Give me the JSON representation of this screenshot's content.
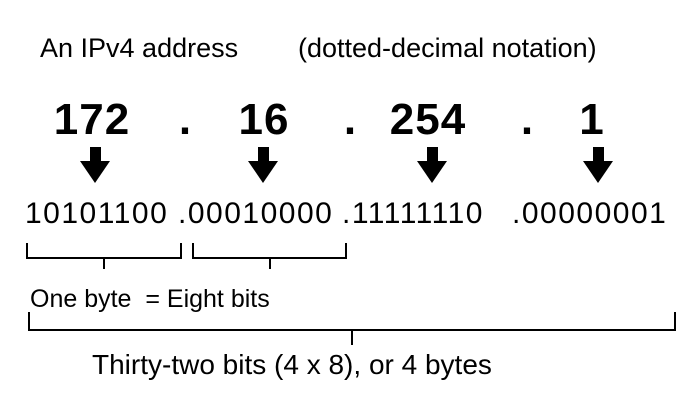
{
  "diagram": {
    "title": "An IPv4 address",
    "subtitle": "(dotted-decimal notation)",
    "separator": ".",
    "octets": [
      {
        "decimal": "172",
        "binary_display": "10101100"
      },
      {
        "decimal": "16",
        "binary_display": ".00010000"
      },
      {
        "decimal": "254",
        "binary_display": ".11111110"
      },
      {
        "decimal": "1",
        "binary_display": ".00000001"
      }
    ],
    "byte_label": "One byte  = Eight bits",
    "total_label": "Thirty-two bits (4 x 8), or 4 bytes",
    "icons": {
      "down_arrow": "⬇"
    },
    "colors": {
      "ink": "#000000",
      "background": "#ffffff"
    }
  }
}
